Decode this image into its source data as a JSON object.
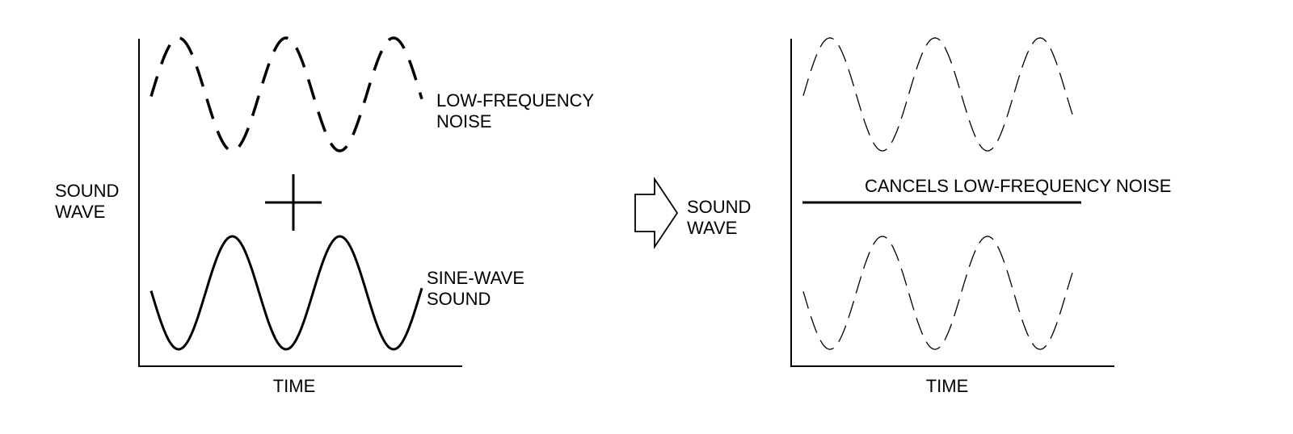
{
  "left_panel": {
    "y_label": [
      "SOUND",
      "WAVE"
    ],
    "x_label": "TIME",
    "top_wave_label": [
      "LOW-FREQUENCY",
      "NOISE"
    ],
    "bottom_wave_label": [
      "SINE-WAVE",
      "SOUND"
    ],
    "operator": "plus"
  },
  "arrow": {
    "label": [
      "SOUND",
      "WAVE"
    ]
  },
  "right_panel": {
    "x_label": "TIME",
    "result_label": "CANCELS LOW-FREQUENCY NOISE"
  },
  "colors": {
    "ink": "#000000",
    "background": "#ffffff"
  }
}
